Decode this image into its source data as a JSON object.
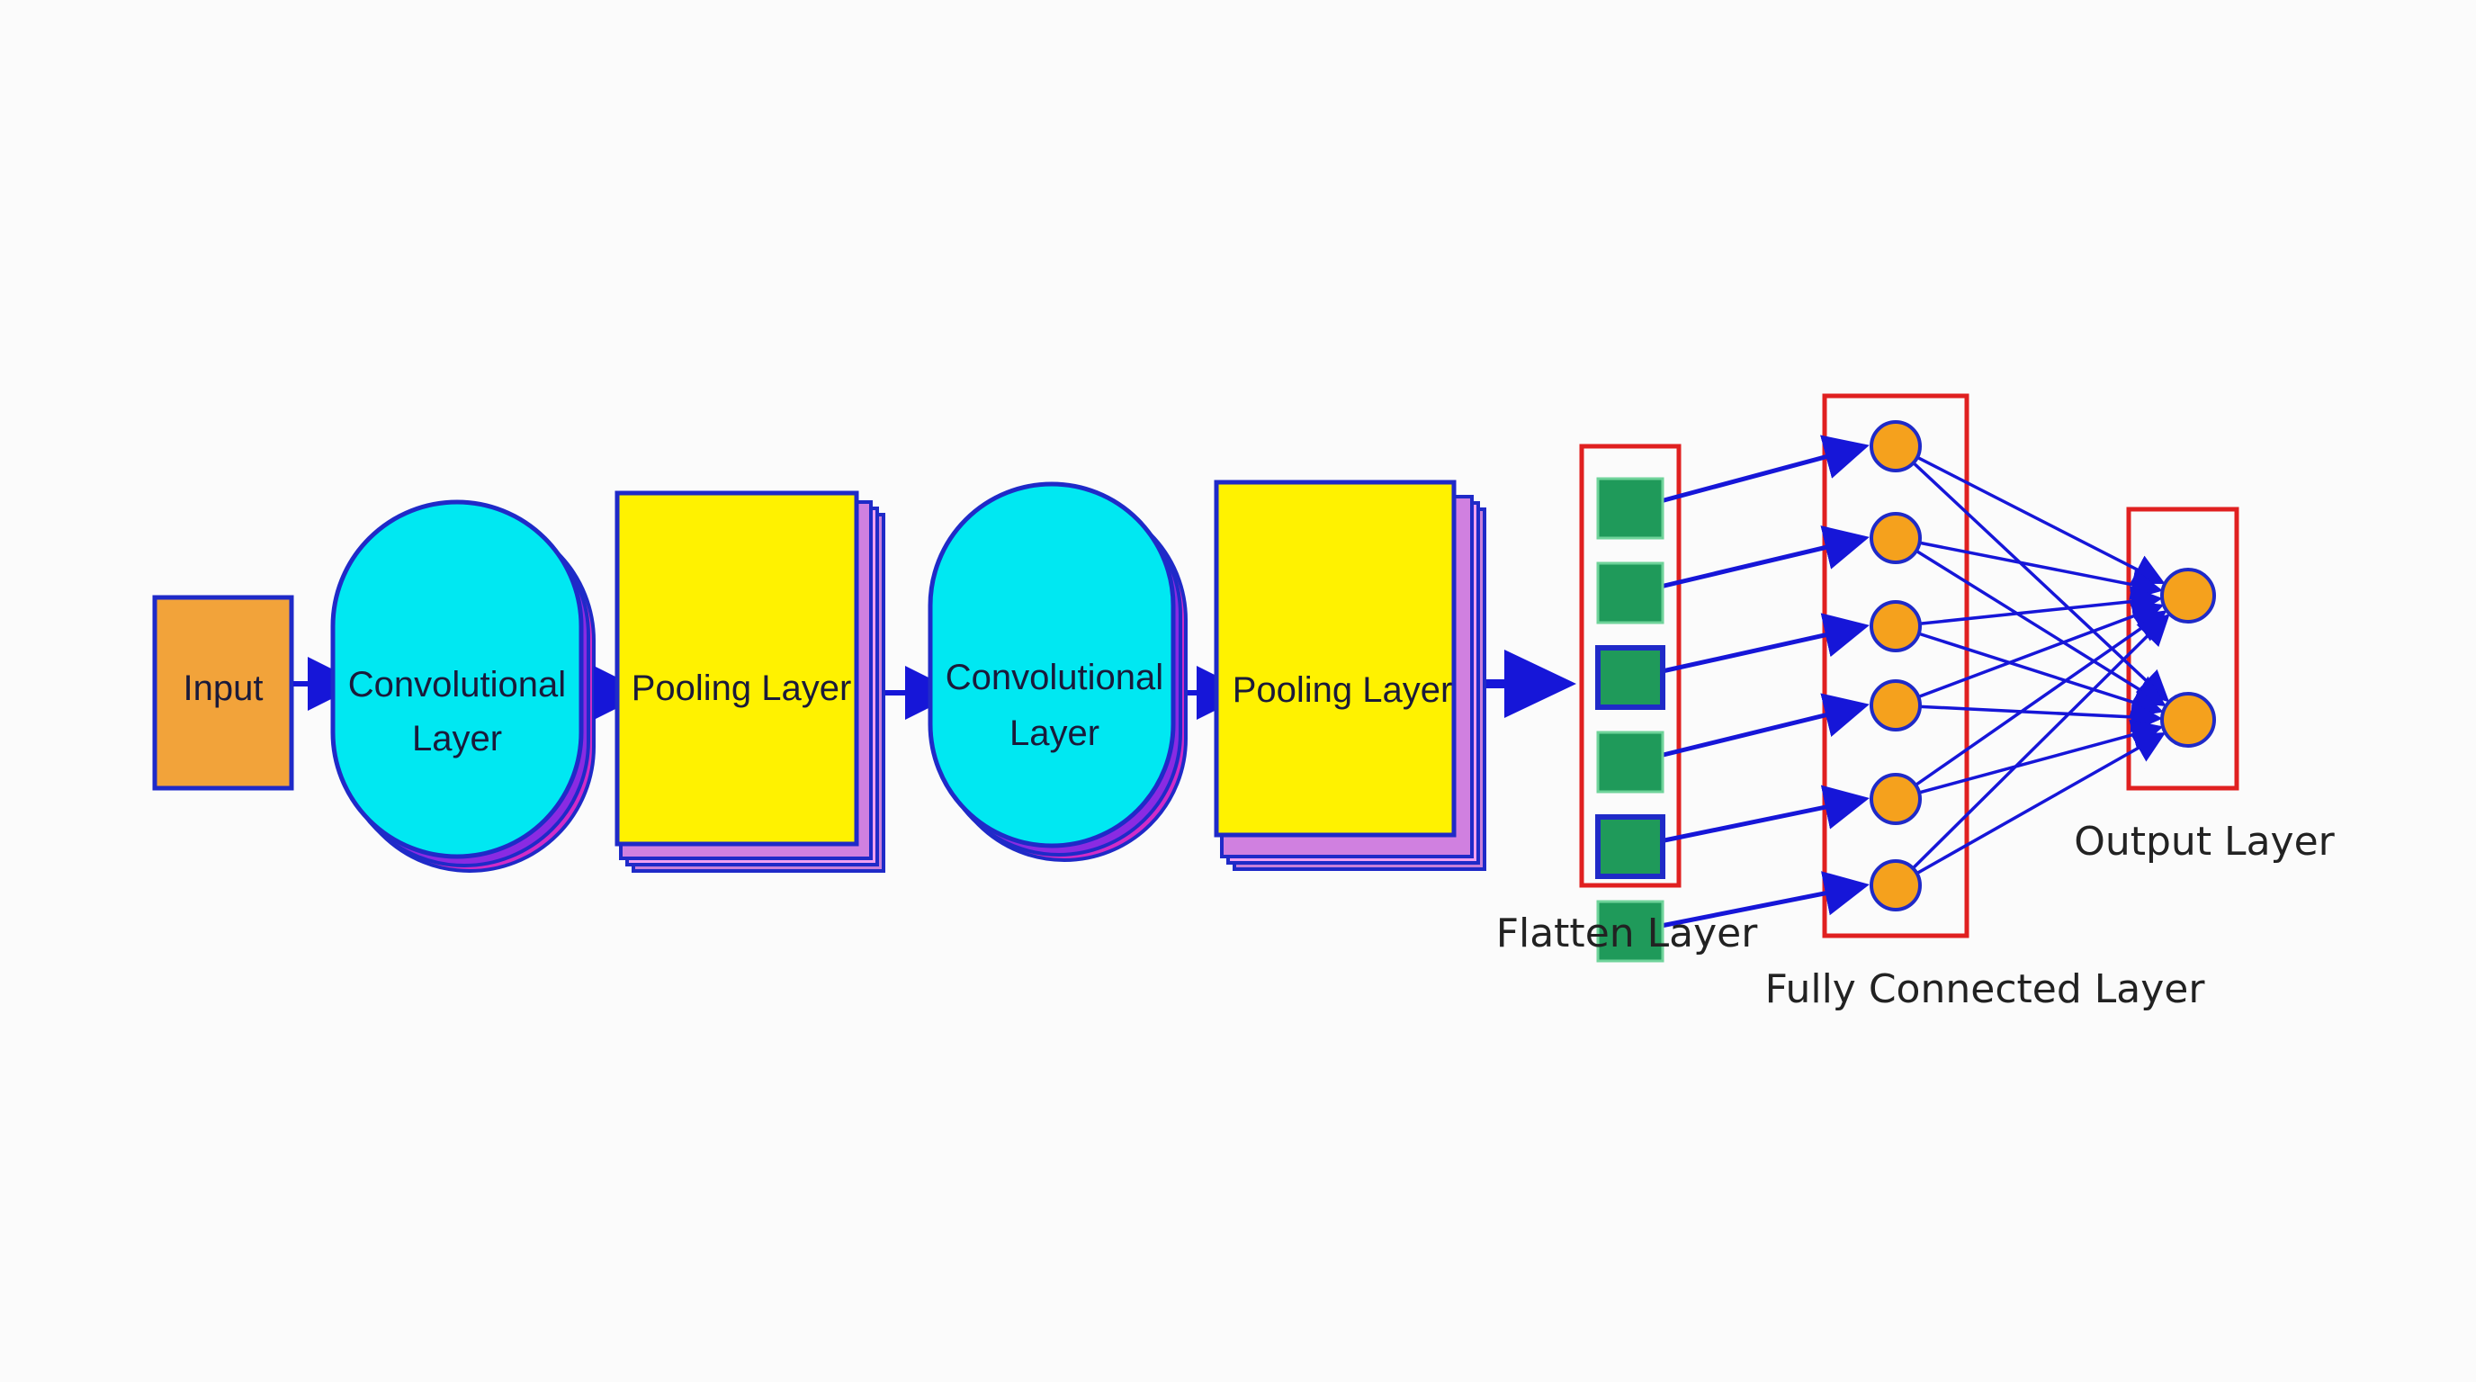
{
  "colors": {
    "input_fill": "#f2a33a",
    "conv_fill": "#00e8f2",
    "pool_fill": "#fff200",
    "stroke": "#1f2ac8",
    "stack_purple": "#8a2be2",
    "stack_magenta": "#d02cc8",
    "arrow": "#1616d8",
    "flatten_fill": "#1f9a5a",
    "neuron_fill": "#f5a11d",
    "group_box": "#e02020",
    "background": "#fbfbfb"
  },
  "nodes": {
    "input": {
      "label": "Input"
    },
    "conv1": {
      "line1": "Convolutional",
      "line2": "Layer"
    },
    "pool1": {
      "label": "Pooling Layer"
    },
    "conv2": {
      "line1": "Convolutional",
      "line2": "Layer"
    },
    "pool2": {
      "label": "Pooling Layer"
    }
  },
  "dense": {
    "flatten_label": "Flatten Layer",
    "fc_label": "Fully Connected Layer",
    "output_label": "Output Layer",
    "flatten_units": 6,
    "hidden_units": 6,
    "output_units": 2
  }
}
